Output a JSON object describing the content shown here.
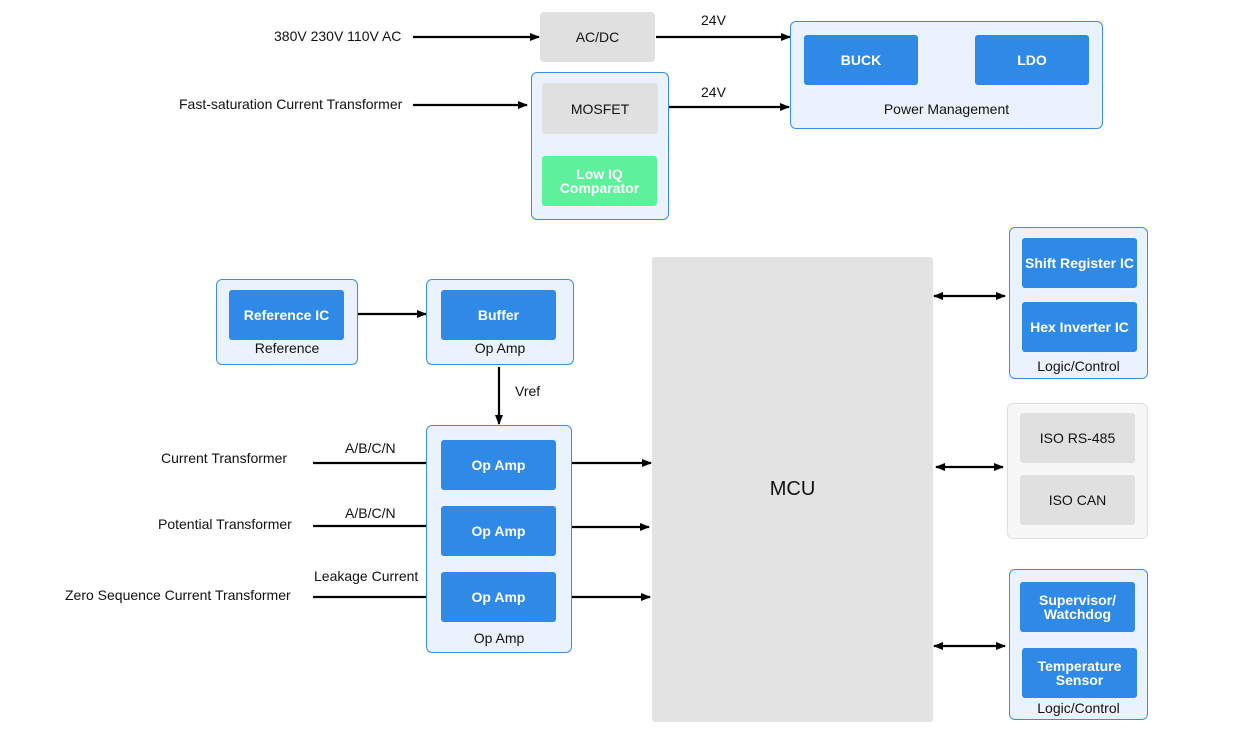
{
  "inputs": {
    "ac_source": "380V 230V 110V AC",
    "fast_ct": "Fast-saturation Current Transformer",
    "current_transformer": "Current Transformer",
    "potential_transformer": "Potential Transformer",
    "zero_sequence_ct": "Zero Sequence Current Transformer"
  },
  "edge_labels": {
    "acdc_out": "24V",
    "mosfet_out": "24V",
    "vref": "Vref",
    "ct_phase": "A/B/C/N",
    "pt_phase": "A/B/C/N",
    "leakage": "Leakage Current"
  },
  "blocks": {
    "acdc": "AC/DC",
    "mosfet": "MOSFET",
    "low_iq": "Low IQ\nComparator",
    "buck": "BUCK",
    "ldo": "LDO",
    "power_management": "Power Management",
    "reference_ic": "Reference IC",
    "reference_caption": "Reference",
    "buffer": "Buffer",
    "buffer_caption": "Op Amp",
    "op_amp_1": "Op Amp",
    "op_amp_2": "Op Amp",
    "op_amp_3": "Op Amp",
    "op_amp_group_caption": "Op Amp",
    "mcu": "MCU",
    "shift_register": "Shift Register IC",
    "hex_inverter": "Hex Inverter IC",
    "logic_control_1": "Logic/Control",
    "iso_rs485": "ISO RS-485",
    "iso_can": "ISO CAN",
    "supervisor": "Supervisor/\nWatchdog",
    "temp_sensor": "Temperature\nSensor",
    "logic_control_2": "Logic/Control"
  },
  "colors": {
    "block_blue": "#2e8ae6",
    "group_border": "#3b8ee8",
    "group_fill": "#eaf3fd",
    "block_gray": "#e0e0e0",
    "comparator_green": "#5ef09a"
  }
}
